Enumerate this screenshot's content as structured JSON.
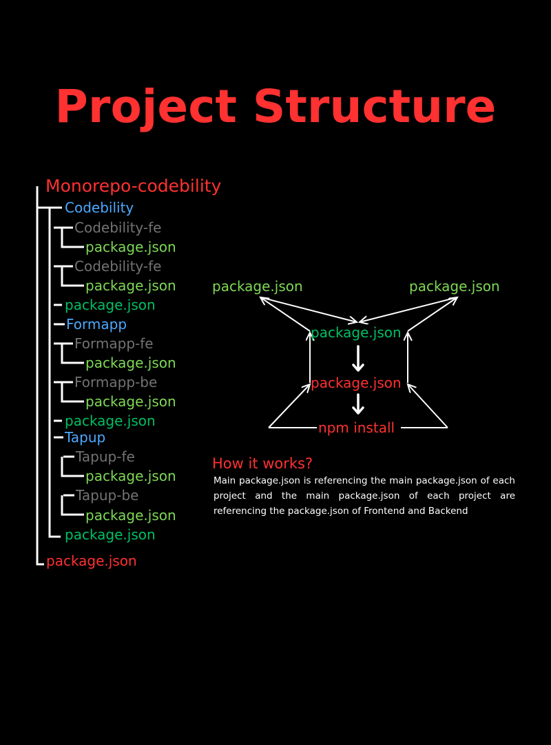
{
  "title": "Project Structure",
  "tree": {
    "root": "Monorepo-codebility",
    "projects": [
      {
        "name": "Codebility",
        "subprojects": [
          {
            "name": "Codebility-fe",
            "file": "package.json"
          },
          {
            "name": "Codebility-fe",
            "file": "package.json"
          }
        ],
        "file": "package.json"
      },
      {
        "name": "Formapp",
        "subprojects": [
          {
            "name": "Formapp-fe",
            "file": "package.json"
          },
          {
            "name": "Formapp-be",
            "file": "package.json"
          }
        ],
        "file": "package.json"
      },
      {
        "name": "Tapup",
        "subprojects": [
          {
            "name": "Tapup-fe",
            "file": "package.json"
          },
          {
            "name": "Tapup-be",
            "file": "package.json"
          }
        ],
        "file": "package.json"
      }
    ],
    "root_file": "package.json"
  },
  "flow": {
    "top_left": "package.json",
    "top_right": "package.json",
    "project_main": "package.json",
    "root_main": "package.json",
    "command": "npm install"
  },
  "how": {
    "title": "How it works?",
    "text": "Main package.json is referencing the main package.json of each project and the main package.json of each project are referencing the package.json of Frontend and Backend"
  },
  "colors": {
    "background": "#000000",
    "title_red": "#ff3131",
    "project_blue": "#4da9ff",
    "subproject_gray": "#737373",
    "file_light_green": "#7ed957",
    "file_green": "#00bf63",
    "lines": "#ffffff"
  }
}
